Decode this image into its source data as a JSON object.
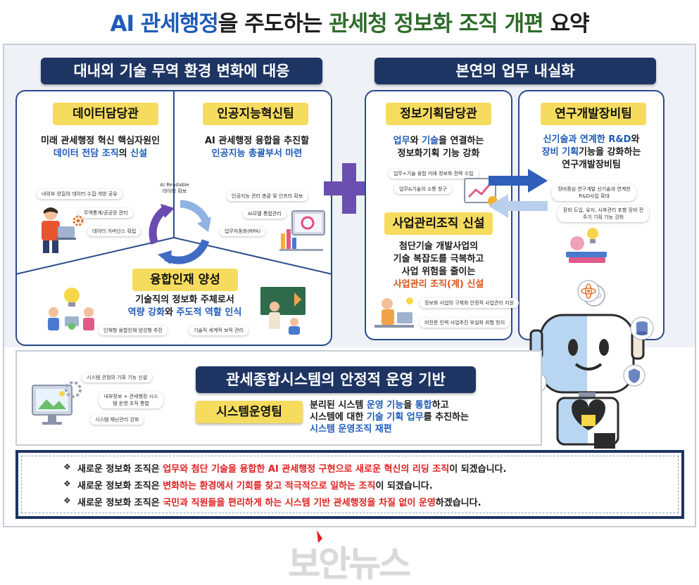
{
  "title": {
    "part1": "AI 관세행정",
    "part2": "을 주도하는 ",
    "part3": "관세청 정보화 조직",
    "part4": " 개편",
    "part5": " 요약"
  },
  "left_section": {
    "banner": "대내외 기술 무역 환경 변화에 대응",
    "data_office": {
      "title": "데이터담당관",
      "desc_line1": "미래 관세행정 혁신 핵심자원인",
      "desc_line2_a": "데이터 전담 조직",
      "desc_line2_b": "의 ",
      "desc_line2_c": "신설",
      "center_label_1": "AI Readable",
      "center_label_2": "데이터 확보",
      "tags": [
        "내외부 양질의 데이터 수집·개방 공유",
        "무역통계/공공망 관리",
        "데이터 거버넌스 확립"
      ]
    },
    "ai_team": {
      "title": "인공지능혁신팀",
      "desc_line1": "AI 관세행정 융합을 추진할",
      "desc_line2": "인공지능 총괄부서 마련",
      "tags": [
        "인공지능 관리 총괄 및 인프라 확보",
        "AI모델 통합관리",
        "업무자동화(RPA)"
      ]
    },
    "talent": {
      "title": "융합인재 양성",
      "desc_line1": "기술직의 정보화 주체로서",
      "desc_line2_a": "역량 강화",
      "desc_line2_b": "와 ",
      "desc_line2_c": "주도적 역할 인식",
      "tags": [
        "인재형 융합인재 양성형 추진",
        "기술직 세계적 보직 관리"
      ]
    }
  },
  "right_section": {
    "banner": "본연의 업무 내실화",
    "planning": {
      "title": "정보기획담당관",
      "desc_line1_a": "업무",
      "desc_line1_b": "와 ",
      "desc_line1_c": "기술",
      "desc_line1_d": "을 연결하는",
      "desc_line2": "정보화기획 기능 강화",
      "tags": [
        "업무+기술 융합 미래 정보화 전략 수립",
        "업무&기술의 소통 창구"
      ]
    },
    "project": {
      "title": "사업관리조직 신설",
      "desc_line1": "첨단기술 개발사업의",
      "desc_line2": "기술 복잡도를 극복하고",
      "desc_line3": "사업 위험을 줄이는",
      "desc_line4": "사업관리 조직(계) 신설",
      "tags": [
        "정보화 사업의 구체화 안정적 사업관리 지원",
        "비전문 인력 사업추진 부실화 위험 방지"
      ]
    },
    "rnd": {
      "title": "연구개발장비팀",
      "desc_line1_a": "신기술과 연계한 R&D",
      "desc_line1_b": "와",
      "desc_line2_a": "장비 기획",
      "desc_line2_b": "기능을 강화하는",
      "desc_line3": "연구개발장비팀",
      "tags": [
        "장비중심 연구개발 신기술과 연계한 R&D사업 확대",
        "장비 도입, 유지, 사후관리 포함 장비 전주기 기획 기능 강화"
      ]
    }
  },
  "system_section": {
    "banner": "관세종합시스템의 안정적 운영 기반",
    "team": "시스템운영팀",
    "desc_line1_a": "분리된 시스템 ",
    "desc_line1_b": "운영 기능",
    "desc_line1_c": "을 ",
    "desc_line1_d": "통합",
    "desc_line1_e": "하고",
    "desc_line2_a": "시스템에 대한 ",
    "desc_line2_b": "기술 기획 업무",
    "desc_line2_c": "를 추진하는",
    "desc_line3": "시스템 운영조직 재편",
    "tags": [
      "시스템 관점의 기획 기능 신설",
      "내부정보 + 관세행정 시스템 운영 조직 통합",
      "시스템 재난관리 강화"
    ]
  },
  "summary": {
    "mark": "❖",
    "lines": [
      {
        "pre": "새로운 정보화 조직은 ",
        "red": "업무와 첨단 기술을 융합한 AI 관세행정 구현으로 새로운 혁신의 리딩 조직",
        "post": "이 되겠습니다."
      },
      {
        "pre": "새로운 정보화 조직은 ",
        "red": "변화하는 환경에서 기회를 찾고 적극적으로 일하는 조직",
        "post": "이 되겠습니다."
      },
      {
        "pre": "새로운 정보화 조직은 ",
        "red": "국민과 직원들을 편리하게 하는 시스템 기반 관세행정을 차질 없이 운영",
        "post": "하겠습니다."
      }
    ]
  },
  "watermark": "보안뉴스",
  "colors": {
    "navy": "#1e3563",
    "pill_yellow": "#f6dc5e",
    "accent_blue": "#1f5bb7",
    "accent_orange": "#d6541a",
    "plus_purple": "#6b4fb0",
    "red": "#e02020"
  },
  "icons": [
    "recycle-arrows-icon",
    "plus-icon",
    "arrow-right-icon",
    "arrow-left-icon",
    "person-laptop-icon",
    "bar-chart-icon",
    "lightbulb-icon",
    "teacher-icon",
    "robot-icon",
    "atom-icon",
    "database-icon",
    "gear-icon",
    "shield-icon",
    "ai-chip-icon",
    "monitor-icon"
  ]
}
